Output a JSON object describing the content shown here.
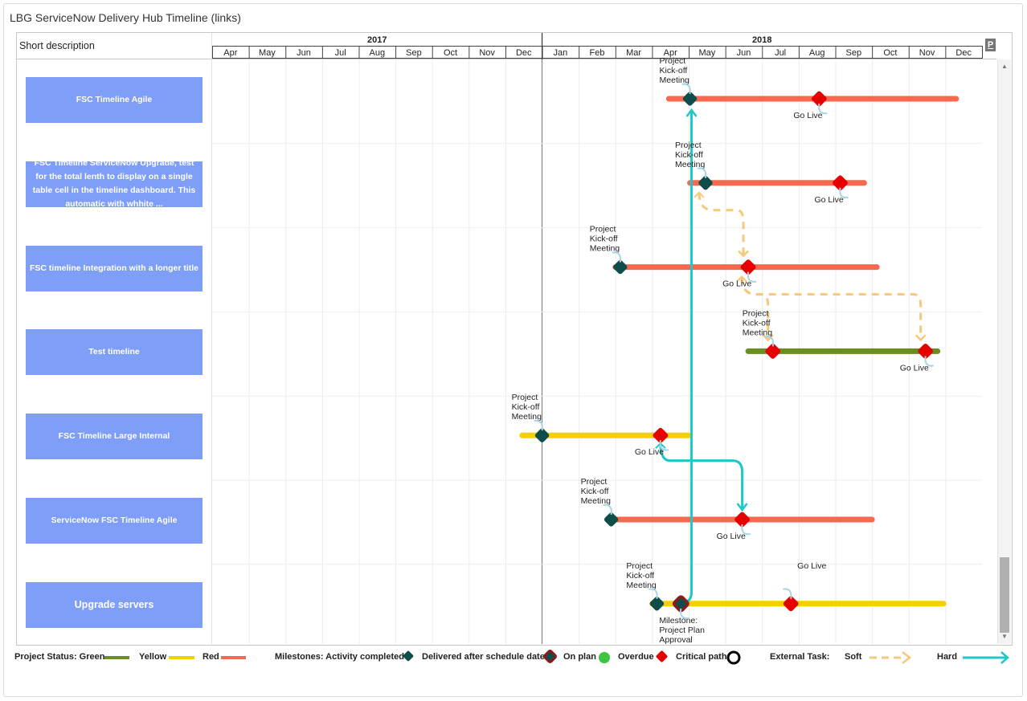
{
  "panel": {
    "title": "LBG ServiceNow Delivery Hub Timeline (links)",
    "column_header": "Short description",
    "p_button": "P"
  },
  "colors": {
    "row_box": "#7f9ef8",
    "status_green": "#6b8e23",
    "status_yellow": "#f5d000",
    "status_red": "#f4694f",
    "milestone_completed": "#0e4d4a",
    "milestone_delivered_late_border": "#8b1a1a",
    "milestone_on_plan": "#3ec43e",
    "milestone_overdue": "#e60000",
    "soft_link": "#f5c97a",
    "hard_link": "#1ec8c8",
    "label_curve": "#a9d4e6"
  },
  "chart_data": {
    "type": "gantt",
    "time_axis": {
      "years": [
        {
          "label": "2017",
          "months": [
            "Apr",
            "May",
            "Jun",
            "Jul",
            "Aug",
            "Sep",
            "Oct",
            "Nov",
            "Dec"
          ]
        },
        {
          "label": "2018",
          "months": [
            "Jan",
            "Feb",
            "Mar",
            "Apr",
            "May",
            "Jun",
            "Jul",
            "Aug",
            "Sep",
            "Oct",
            "Nov",
            "Dec"
          ]
        }
      ],
      "start": "2017-04",
      "end": "2018-12",
      "today_marker": "2018-01"
    },
    "rows": [
      {
        "name": "FSC Timeline Agile",
        "bar": {
          "start": "2018-04-15",
          "end": "2018-12-10",
          "status": "red"
        },
        "milestones": [
          {
            "date": "2018-05-02",
            "kind": "completed",
            "label": "Project Kick-off Meeting",
            "label_pos": "above"
          },
          {
            "date": "2018-08-18",
            "kind": "overdue",
            "label": "Go Live",
            "label_pos": "below"
          }
        ]
      },
      {
        "name": "FSC Timeline ServiceNow Upgrade, test for the total lenth to display on a single table cell in the timeline dashboard. This automatic with whhite ...",
        "bar": {
          "start": "2018-05-02",
          "end": "2018-09-25",
          "status": "red"
        },
        "milestones": [
          {
            "date": "2018-05-15",
            "kind": "completed",
            "label": "Project Kick-off Meeting",
            "label_pos": "above"
          },
          {
            "date": "2018-09-05",
            "kind": "overdue",
            "label": "Go Live",
            "label_pos": "below"
          }
        ]
      },
      {
        "name": "FSC timeline Integration with a longer title",
        "bar": {
          "start": "2018-03-01",
          "end": "2018-10-05",
          "status": "red"
        },
        "milestones": [
          {
            "date": "2018-03-05",
            "kind": "completed",
            "label": "Project Kick-off Meeting",
            "label_pos": "above"
          },
          {
            "date": "2018-06-20",
            "kind": "overdue",
            "label": "Go Live",
            "label_pos": "below"
          }
        ]
      },
      {
        "name": "Test timeline",
        "bar": {
          "start": "2018-06-20",
          "end": "2018-11-25",
          "status": "green"
        },
        "milestones": [
          {
            "date": "2018-07-10",
            "kind": "overdue",
            "label": "Project Kick-off Meeting",
            "label_pos": "above"
          },
          {
            "date": "2018-11-15",
            "kind": "overdue",
            "label": "Go Live",
            "label_pos": "below"
          }
        ]
      },
      {
        "name": "FSC Timeline Large Internal",
        "bar": {
          "start": "2017-12-15",
          "end": "2018-05-01",
          "status": "yellow"
        },
        "milestones": [
          {
            "date": "2018-01-01",
            "kind": "completed",
            "label": "Project Kick-off Meeting",
            "label_pos": "above"
          },
          {
            "date": "2018-04-08",
            "kind": "overdue",
            "label": "Go Live",
            "label_pos": "below"
          }
        ]
      },
      {
        "name": "ServiceNow  FSC Timeline Agile",
        "bar": {
          "start": "2018-03-01",
          "end": "2018-10-01",
          "status": "red"
        },
        "milestones": [
          {
            "date": "2018-02-28",
            "kind": "completed",
            "label": "Project Kick-off Meeting",
            "label_pos": "above"
          },
          {
            "date": "2018-06-15",
            "kind": "overdue",
            "label": "Go Live",
            "label_pos": "below"
          }
        ]
      },
      {
        "name": "Upgrade servers",
        "bar": {
          "start": "2018-04-01",
          "end": "2018-11-30",
          "status": "yellow"
        },
        "milestones": [
          {
            "date": "2018-04-05",
            "kind": "completed",
            "label": "Project Kick-off Meeting",
            "label_pos": "above"
          },
          {
            "date": "2018-04-25",
            "kind": "delivered_late",
            "label": "Milestone: Project Plan Approval",
            "label_pos": "below"
          },
          {
            "date": "2018-07-25",
            "kind": "overdue",
            "label": "Go Live",
            "label_pos": "above"
          }
        ]
      }
    ],
    "dependencies": [
      {
        "type": "hard",
        "from": {
          "row": 6,
          "milestone": 1
        },
        "to": {
          "row": 0,
          "milestone": 0
        }
      },
      {
        "type": "hard",
        "from": {
          "row": 4,
          "milestone": 1
        },
        "to": {
          "row": 5,
          "milestone": 1
        }
      },
      {
        "type": "soft",
        "from": {
          "row": 1,
          "milestone": 0
        },
        "to": {
          "row": 2,
          "milestone": 1
        }
      },
      {
        "type": "soft",
        "from": {
          "row": 2,
          "milestone": 1
        },
        "to": {
          "row": 3,
          "milestone": 0
        }
      },
      {
        "type": "soft",
        "from": {
          "row": 2,
          "milestone": 1
        },
        "to": {
          "row": 3,
          "milestone": 1
        }
      }
    ]
  },
  "legend": {
    "project_status": "Project  Status: Green",
    "yellow": "Yellow",
    "red": "Red",
    "milestones": "Milestones: Activity completed",
    "delivered_late": "Delivered after schedule date",
    "on_plan": "On plan",
    "overdue": "Overdue",
    "critical_path": "Critical path",
    "external_task": "External Task:",
    "soft": "Soft",
    "hard": "Hard"
  }
}
